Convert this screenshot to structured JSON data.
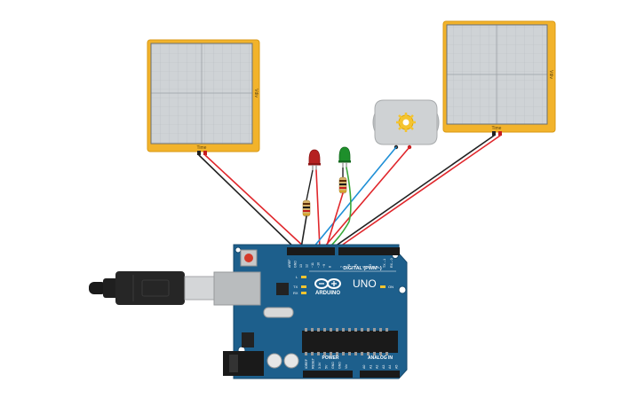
{
  "board": {
    "brand": "ARDUINO",
    "model": "UNO",
    "on_label": "ON",
    "l_label": "L",
    "tx_label": "TX",
    "rx_label": "RX",
    "digital_label": "DIGITAL (PWM~)",
    "power_label": "POWER",
    "analog_label": "ANALOG IN",
    "top_pin_labels": [
      "AREF",
      "GND",
      "13",
      "12",
      "~11",
      "~10",
      "~9",
      "8",
      "7",
      "~6",
      "~5",
      "4",
      "~3",
      "2",
      "TX→1",
      "RX←0"
    ],
    "power_pin_labels": [
      "IOREF",
      "RESET",
      "3.3V",
      "5V",
      "GND",
      "GND",
      "Vin"
    ],
    "analog_pin_labels": [
      "A0",
      "A1",
      "A2",
      "A3",
      "A4",
      "A5"
    ]
  },
  "scope_left": {
    "side_label": "Vdiv",
    "bottom_label": "Time"
  },
  "scope_right": {
    "side_label": "Vdiv",
    "bottom_label": "Time"
  },
  "colors": {
    "board": "#1d5f8c",
    "scope_frame": "#f2b32b",
    "scope_screen": "#cfd3d6",
    "wire_red": "#e0272c",
    "wire_black": "#222222",
    "wire_blue": "#1f8fd6",
    "wire_green": "#3aa83a",
    "led_red": "#b52020",
    "led_green": "#1e8f2b",
    "motor_body": "#cfd2d4"
  }
}
